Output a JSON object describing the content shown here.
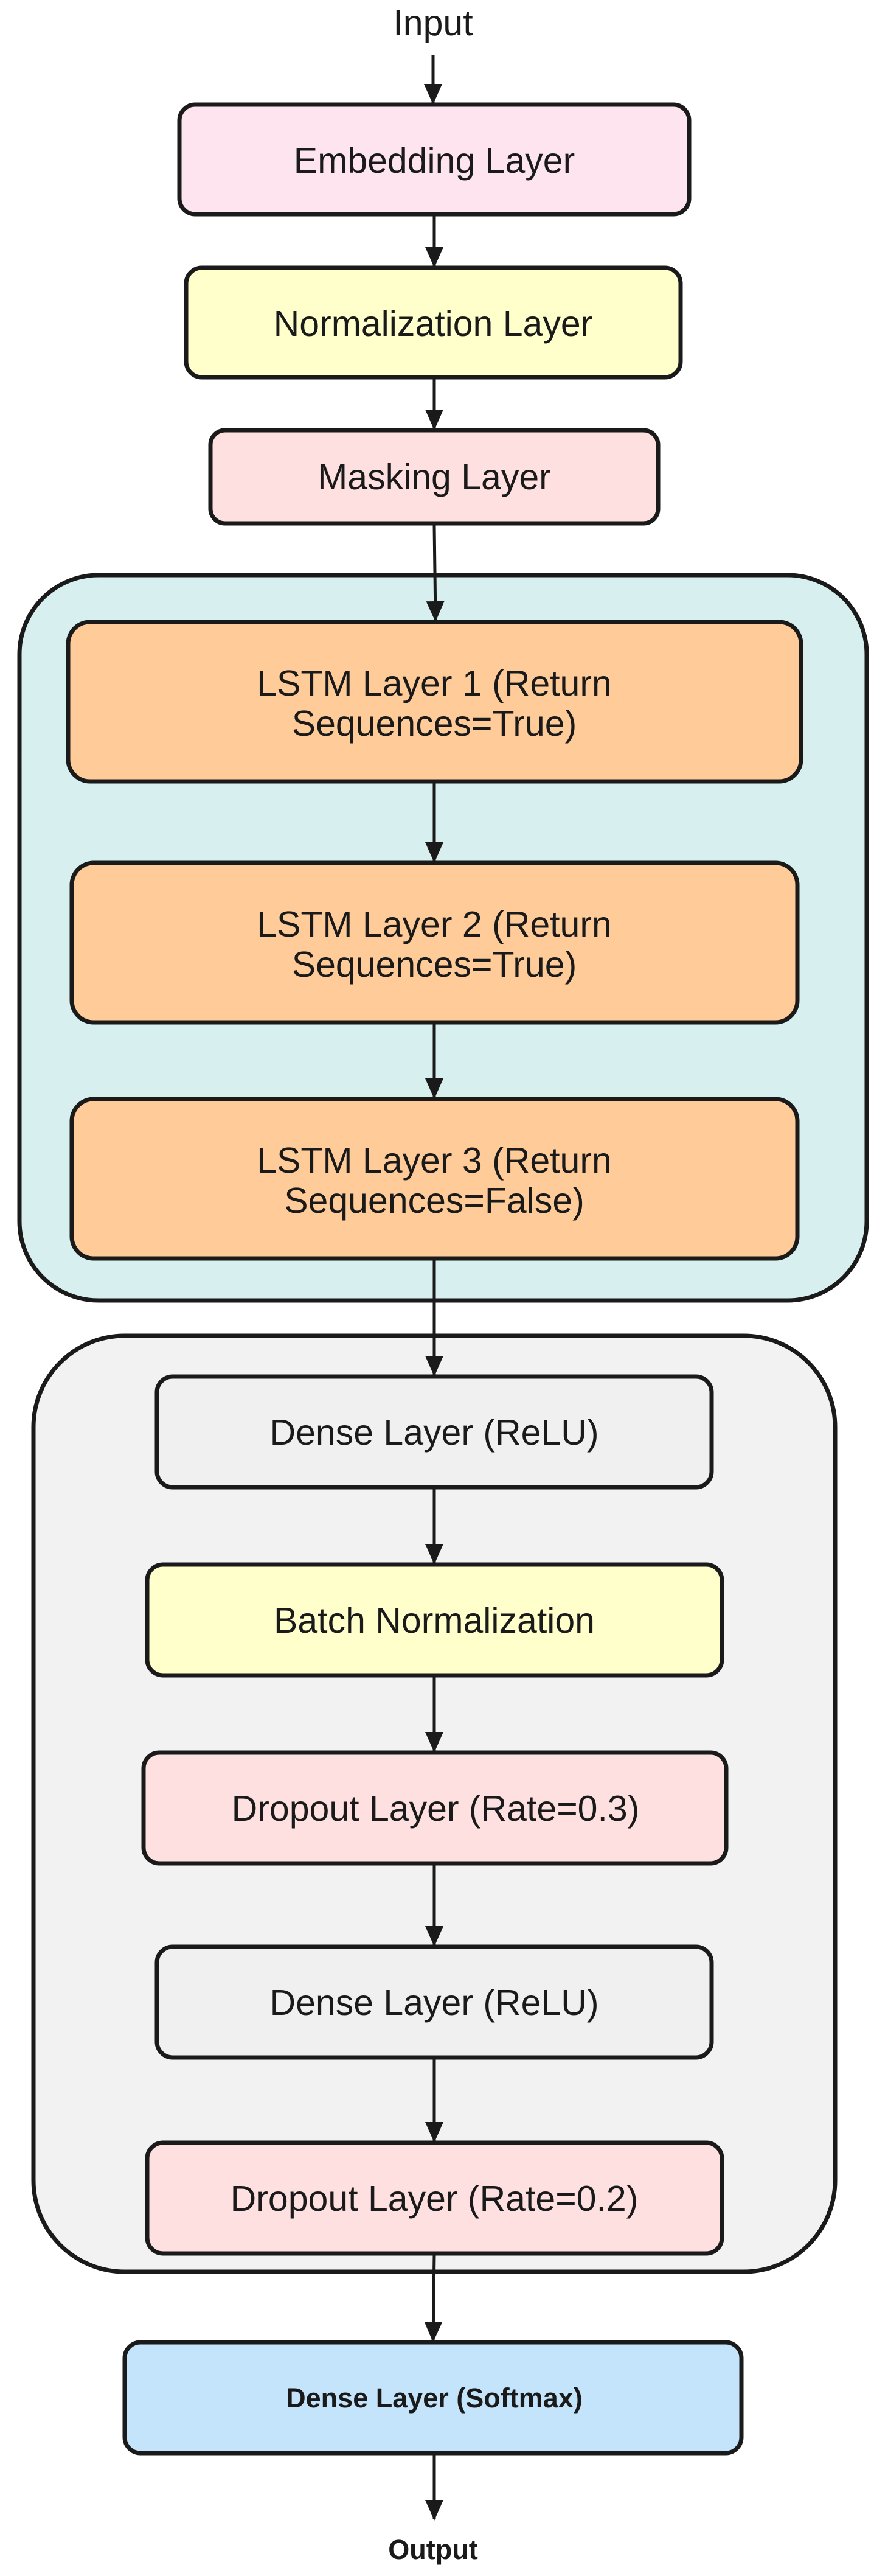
{
  "diagram": {
    "input_label": "Input",
    "output_label": "Output",
    "nodes": [
      {
        "id": "embedding",
        "lines": [
          "Embedding Layer"
        ],
        "fill": "#fde4ee"
      },
      {
        "id": "normalization",
        "lines": [
          "Normalization Layer"
        ],
        "fill": "#ffffcc"
      },
      {
        "id": "masking",
        "lines": [
          "Masking Layer"
        ],
        "fill": "#ffe0e0"
      },
      {
        "id": "lstm1",
        "lines": [
          "LSTM Layer 1 (Return",
          "Sequences=True)"
        ],
        "fill": "#ffcc99"
      },
      {
        "id": "lstm2",
        "lines": [
          "LSTM Layer 2 (Return",
          "Sequences=True)"
        ],
        "fill": "#ffcc99"
      },
      {
        "id": "lstm3",
        "lines": [
          "LSTM Layer 3 (Return",
          "Sequences=False)"
        ],
        "fill": "#ffcc99"
      },
      {
        "id": "dense1",
        "lines": [
          "Dense Layer (ReLU)"
        ],
        "fill": "#f0f0f0"
      },
      {
        "id": "batchnorm",
        "lines": [
          "Batch Normalization"
        ],
        "fill": "#ffffcc"
      },
      {
        "id": "dropout1",
        "lines": [
          "Dropout Layer (Rate=0.3)"
        ],
        "fill": "#ffe0e0"
      },
      {
        "id": "dense2",
        "lines": [
          "Dense Layer (ReLU)"
        ],
        "fill": "#f0f0f0"
      },
      {
        "id": "dropout2",
        "lines": [
          "Dropout Layer (Rate=0.2)"
        ],
        "fill": "#ffe0e0"
      },
      {
        "id": "softmax",
        "lines": [
          "Dense Layer (Softmax)"
        ],
        "fill": "#c4e4fb"
      }
    ],
    "groups": [
      {
        "id": "lstm-group",
        "fill": "#d7efef"
      },
      {
        "id": "dense-group",
        "fill": "#f2f2f2"
      }
    ]
  }
}
